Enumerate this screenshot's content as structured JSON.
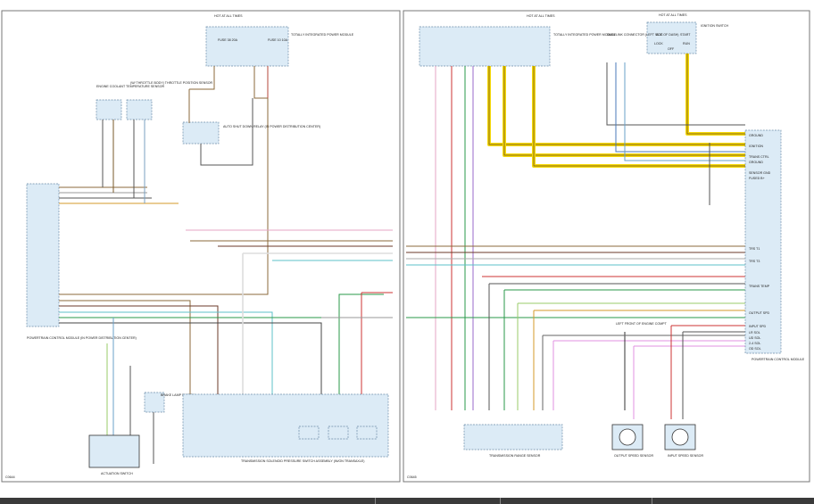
{
  "left_panel": {
    "fuse_box": {
      "header": "HOT AT ALL TIMES",
      "name": "TOTALLY INTEGRATED POWER MODULE",
      "fuse_a": "FUSE 38 20A",
      "fuse_b": "FUSE 10 10A"
    },
    "ect_sensor": "ENGINE COOLANT TEMPERATURE SENSOR",
    "tps_sensor": "(W/ THROTTLE BODY) THROTTLE POSITION SENSOR",
    "asd_relay": "AUTO SHUT DOWN RELAY (IN POWER DISTRIBUTION CENTER)",
    "pcm": "POWERTRAIN CONTROL MODULE (IN POWER DISTRIBUTION CENTER)",
    "brake_switch": "BRAKE LAMP SWITCH",
    "ignition_switch": "ACTUATION SWITCH",
    "solenoid_assembly": "TRANSMISSION SOLENOID PRESSURE SWITCH ASSEMBLY (IN/ON TRANSAXLE)",
    "code": "C0644"
  },
  "right_panel": {
    "fuse_box": {
      "header": "HOT AT ALL TIMES",
      "name": "TOTALLY INTEGRATED POWER MODULE"
    },
    "ignition": {
      "header": "HOT AT ALL TIMES",
      "name": "IGNITION SWITCH",
      "acc": "ACC",
      "lock": "LOCK",
      "start": "START",
      "run": "RUN",
      "off": "OFF"
    },
    "dlc": "DATA LINK CONNECTOR (LEFT SIDE OF DASH)",
    "splice": "LEFT FRONT OF ENGINE COMPT",
    "pcm": "POWERTRAIN CONTROL MODULE",
    "range_sensor": "TRANSMISSION RANGE SENSOR",
    "output_sensor": "OUTPUT SPEED SENSOR",
    "input_sensor": "INPUT SPEED SENSOR",
    "code": "C0645"
  },
  "wire_labels": [
    "GROUND",
    "IGNITION",
    "TRANS CTRL",
    "GROUND",
    "SENSOR GND",
    "FUSED B+",
    "TRS T1",
    "TRS T3",
    "TRANS TEMP",
    "OUTPUT SPD",
    "INPUT SPD",
    "LR SOL",
    "UD SOL",
    "2-4 SOL",
    "OD SOL"
  ]
}
